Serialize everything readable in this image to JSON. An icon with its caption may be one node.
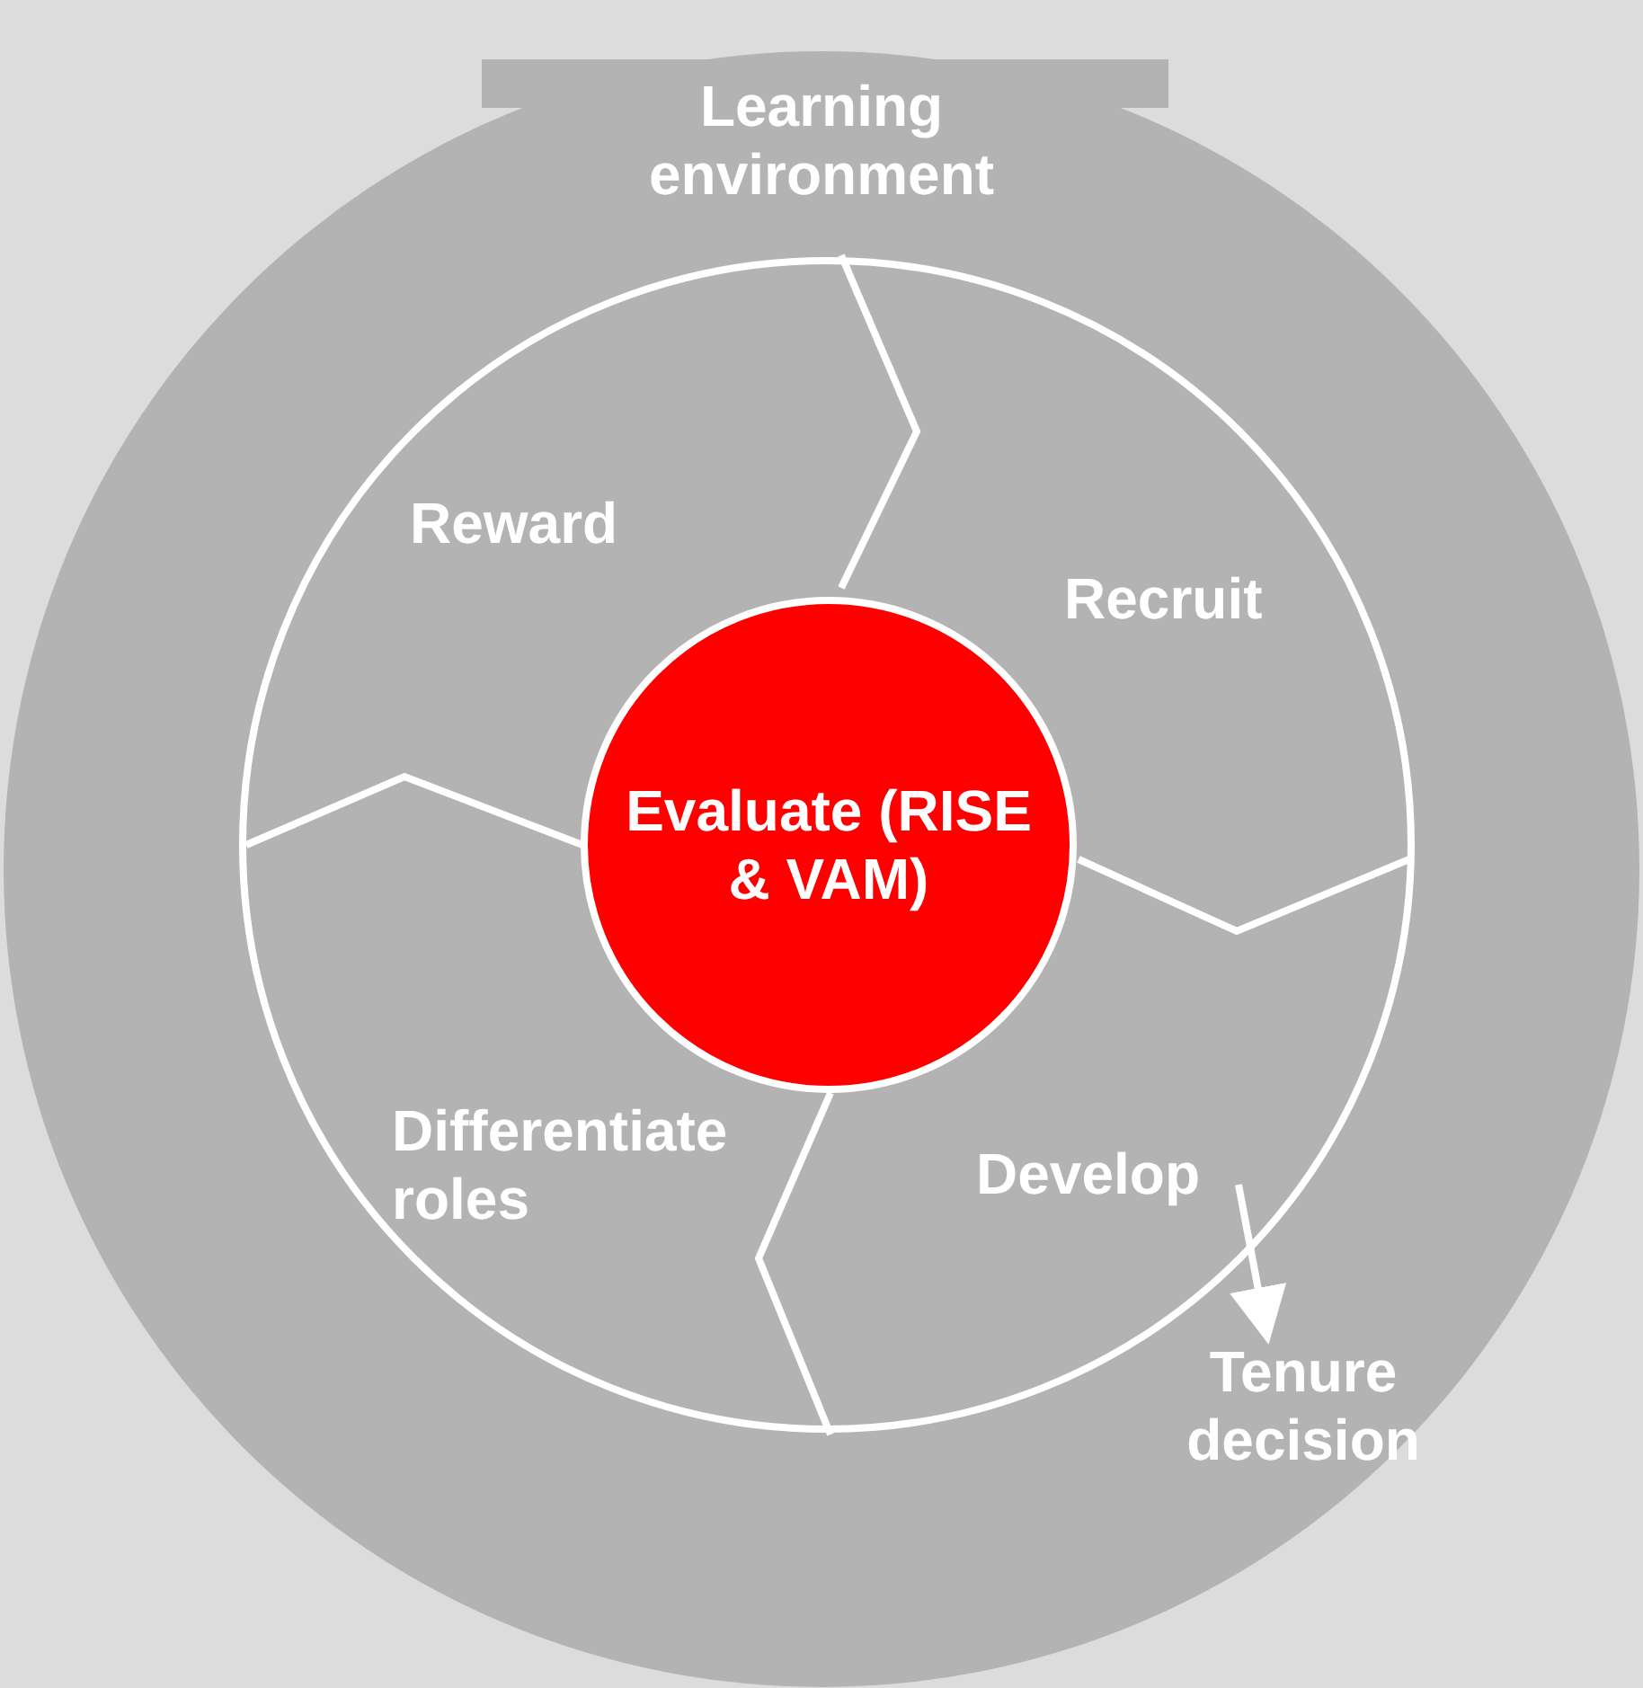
{
  "diagram": {
    "nodes": [
      {
        "text": [
          "Learning environment"
        ]
      },
      {
        "text": [
          "Reward"
        ],
        "in": 0
      },
      {
        "text": [
          "Recruit"
        ],
        "in": 0
      },
      {
        "text": [
          "Develop"
        ],
        "in": 0
      },
      {
        "text": [
          "Differentiate roles"
        ],
        "in": 0
      },
      {
        "text": [
          "Evaluate (RISE & VAM)"
        ],
        "in": 0
      },
      {
        "text": [
          "Tenure decision"
        ],
        "in": 0
      }
    ],
    "edges": [
      {
        "from": 3,
        "to": 6,
        "arrow": "to"
      }
    ]
  }
}
